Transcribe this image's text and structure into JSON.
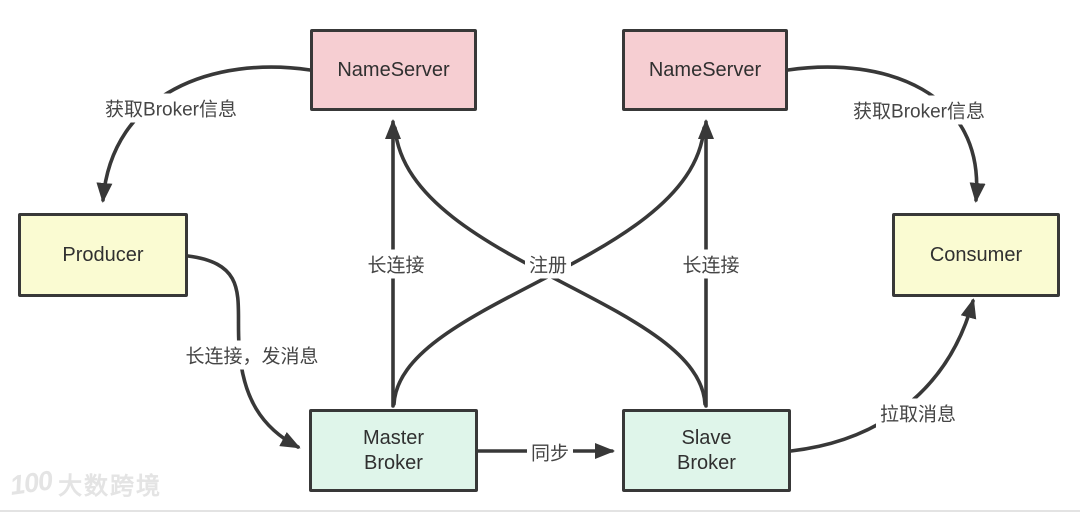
{
  "nodes": {
    "nameserver_left": "NameServer",
    "nameserver_right": "NameServer",
    "producer": "Producer",
    "consumer": "Consumer",
    "master_broker": "Master Broker",
    "slave_broker": "Slave Broker"
  },
  "edge_labels": {
    "fetch_broker_info_left": "获取Broker信息",
    "fetch_broker_info_right": "获取Broker信息",
    "long_connection_send": "长连接，发消息",
    "long_connection_left": "长连接",
    "register": "注册",
    "long_connection_right": "长连接",
    "sync": "同步",
    "pull_message": "拉取消息"
  },
  "watermark": {
    "logo_text": "100",
    "brand_text": "大数跨境"
  },
  "colors": {
    "nameserver_fill": "#f6ced2",
    "producer_consumer_fill": "#fafbd2",
    "broker_fill": "#dff5ea",
    "stroke": "#383838",
    "label_text": "#454545",
    "watermark": "#e4e4e4"
  }
}
